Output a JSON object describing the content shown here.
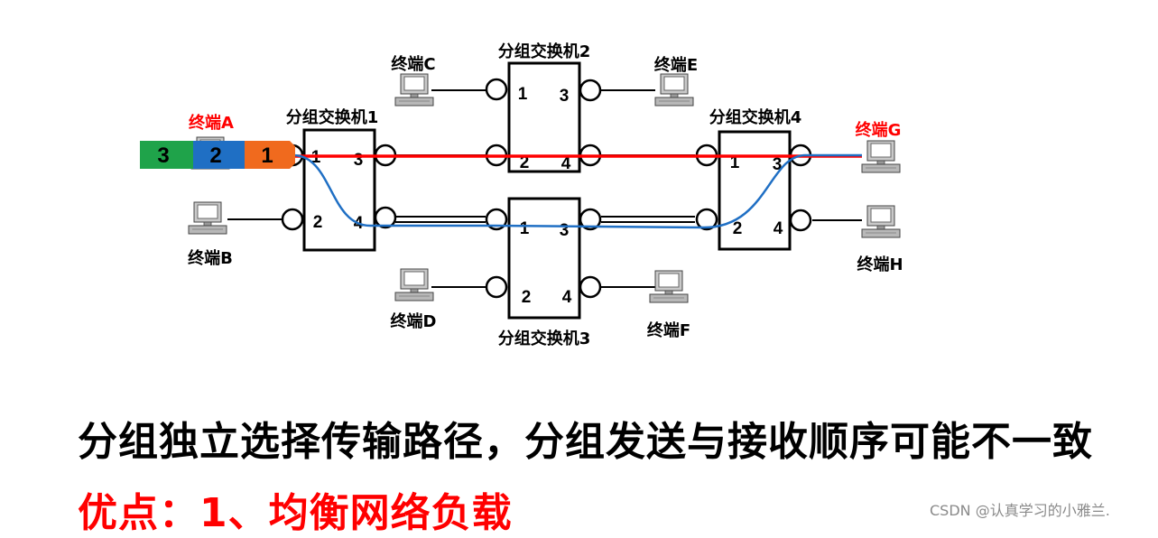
{
  "switches": [
    {
      "label": "分组交换机1"
    },
    {
      "label": "分组交换机2"
    },
    {
      "label": "分组交换机3"
    },
    {
      "label": "分组交换机4"
    }
  ],
  "terminals": [
    {
      "label": "终端A",
      "color": "#ff0000"
    },
    {
      "label": "终端B",
      "color": "#000000"
    },
    {
      "label": "终端C",
      "color": "#000000"
    },
    {
      "label": "终端D",
      "color": "#000000"
    },
    {
      "label": "终端E",
      "color": "#000000"
    },
    {
      "label": "终端F",
      "color": "#000000"
    },
    {
      "label": "终端G",
      "color": "#ff0000"
    },
    {
      "label": "终端H",
      "color": "#000000"
    }
  ],
  "port_labels": {
    "p1": "1",
    "p2": "2",
    "p3": "3",
    "p4": "4"
  },
  "packets": [
    {
      "label": "3",
      "color": "#1fa34a"
    },
    {
      "label": "2",
      "color": "#1f6fc4"
    },
    {
      "label": "1",
      "color": "#f06a1e"
    }
  ],
  "paths": {
    "red": "#ff0000",
    "blue": "#1f6fc4"
  },
  "caption": {
    "line1": "分组独立选择传输路径，分组发送与接收顺序可能不一致",
    "line2_prefix": "优点：",
    "line2_rest": "1、均衡网络负载",
    "line2_color": "#ff0000"
  },
  "watermark": "CSDN @认真学习的小雅兰."
}
